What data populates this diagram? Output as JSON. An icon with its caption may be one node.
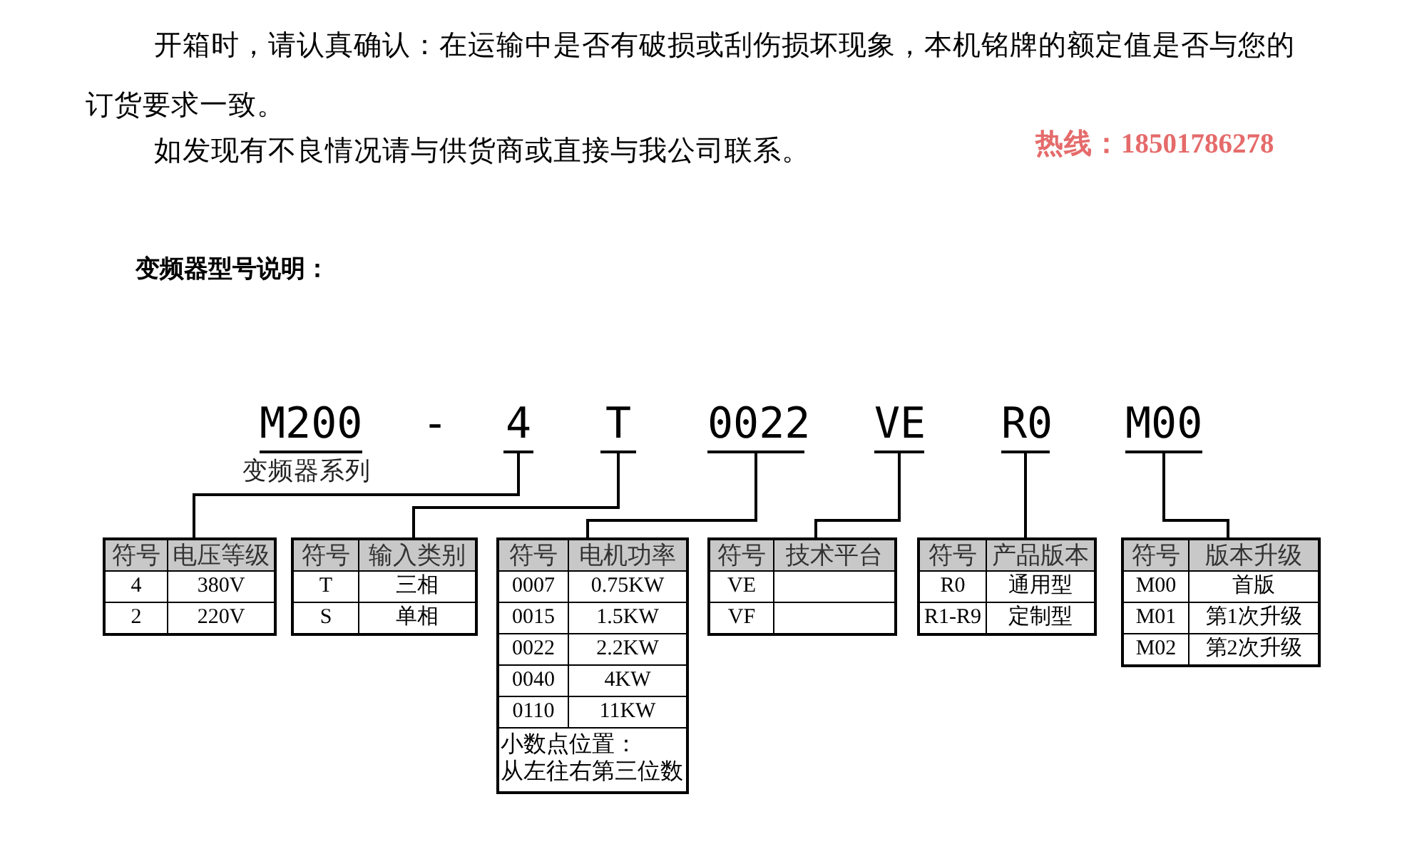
{
  "diagram": {
    "title": "变频器型号说明：",
    "nodes": [
      {
        "text": [
          "M200"
        ],
        "beside": [
          "变频器系列"
        ]
      },
      {
        "text": [
          "4"
        ]
      },
      {
        "text": [
          "T"
        ]
      },
      {
        "text": [
          "0022"
        ]
      },
      {
        "text": [
          "VE"
        ]
      },
      {
        "text": [
          "R0"
        ]
      },
      {
        "text": [
          "M00"
        ]
      },
      {
        "text": [
          "符号",
          "电压等级",
          "4",
          "380V",
          "2",
          "220V"
        ]
      },
      {
        "text": [
          "符号",
          "输入类别",
          "T",
          "三相",
          "S",
          "单相"
        ]
      },
      {
        "text": [
          "符号",
          "电机功率",
          "0007",
          "0.75KW",
          "0015",
          "1.5KW",
          "0022",
          "2.2KW",
          "0040",
          "4KW",
          "0110",
          "11KW",
          "小数点位置：从左往右第三位数"
        ]
      },
      {
        "text": [
          "符号",
          "技术平台",
          "VE",
          "VF"
        ]
      },
      {
        "text": [
          "符号",
          "产品版本",
          "R0",
          "通用型",
          "R1-R9",
          "定制型"
        ]
      },
      {
        "text": [
          "符号",
          "版本升级",
          "M00",
          "首版",
          "M01",
          "第1次升级",
          "M02",
          "第2次升级"
        ]
      }
    ],
    "edges": [
      {
        "from": 1,
        "to": 7,
        "arrow": "none"
      },
      {
        "from": 2,
        "to": 8,
        "arrow": "none"
      },
      {
        "from": 3,
        "to": 9,
        "arrow": "none"
      },
      {
        "from": 4,
        "to": 10,
        "arrow": "none"
      },
      {
        "from": 5,
        "to": 11,
        "arrow": "none"
      },
      {
        "from": 6,
        "to": 12,
        "arrow": "none"
      }
    ],
    "labels": [
      "开箱时，请认真确认：在运输中是否有破损或刮伤损坏现象，本机铭牌的额定值是否与您的订货要求一致。",
      "如发现有不良情况请与供货商或直接与我公司联系。",
      "热线：18501786278",
      "-"
    ]
  }
}
